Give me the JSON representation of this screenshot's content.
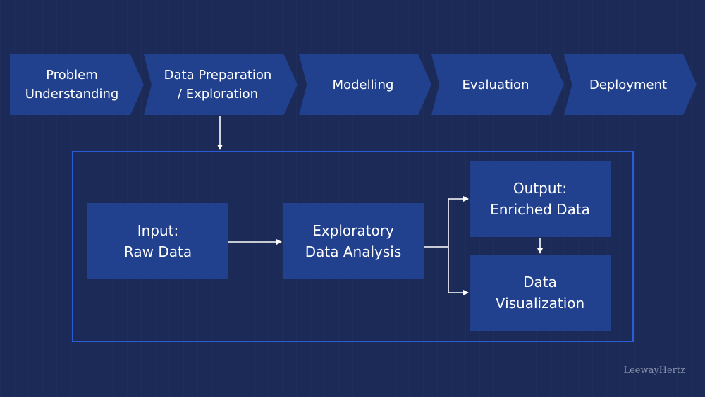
{
  "process_steps": [
    {
      "line1": "Problem",
      "line2": "Understanding"
    },
    {
      "line1": "Data Preparation",
      "line2": "/ Exploration"
    },
    {
      "line1": "Modelling",
      "line2": ""
    },
    {
      "line1": "Evaluation",
      "line2": ""
    },
    {
      "line1": "Deployment",
      "line2": ""
    }
  ],
  "detail": {
    "input": {
      "line1": "Input:",
      "line2": "Raw Data"
    },
    "eda": {
      "line1": "Exploratory",
      "line2": "Data Analysis"
    },
    "output": {
      "line1": "Output:",
      "line2": "Enriched Data"
    },
    "visualization": {
      "line1": "Data",
      "line2": "Visualization"
    }
  },
  "watermark": "LeewayHertz",
  "colors": {
    "background": "#1b2a57",
    "box_fill": "#21418f",
    "frame_border": "#2c5bd6",
    "text": "#ffffff",
    "arrow": "#ffffff"
  }
}
